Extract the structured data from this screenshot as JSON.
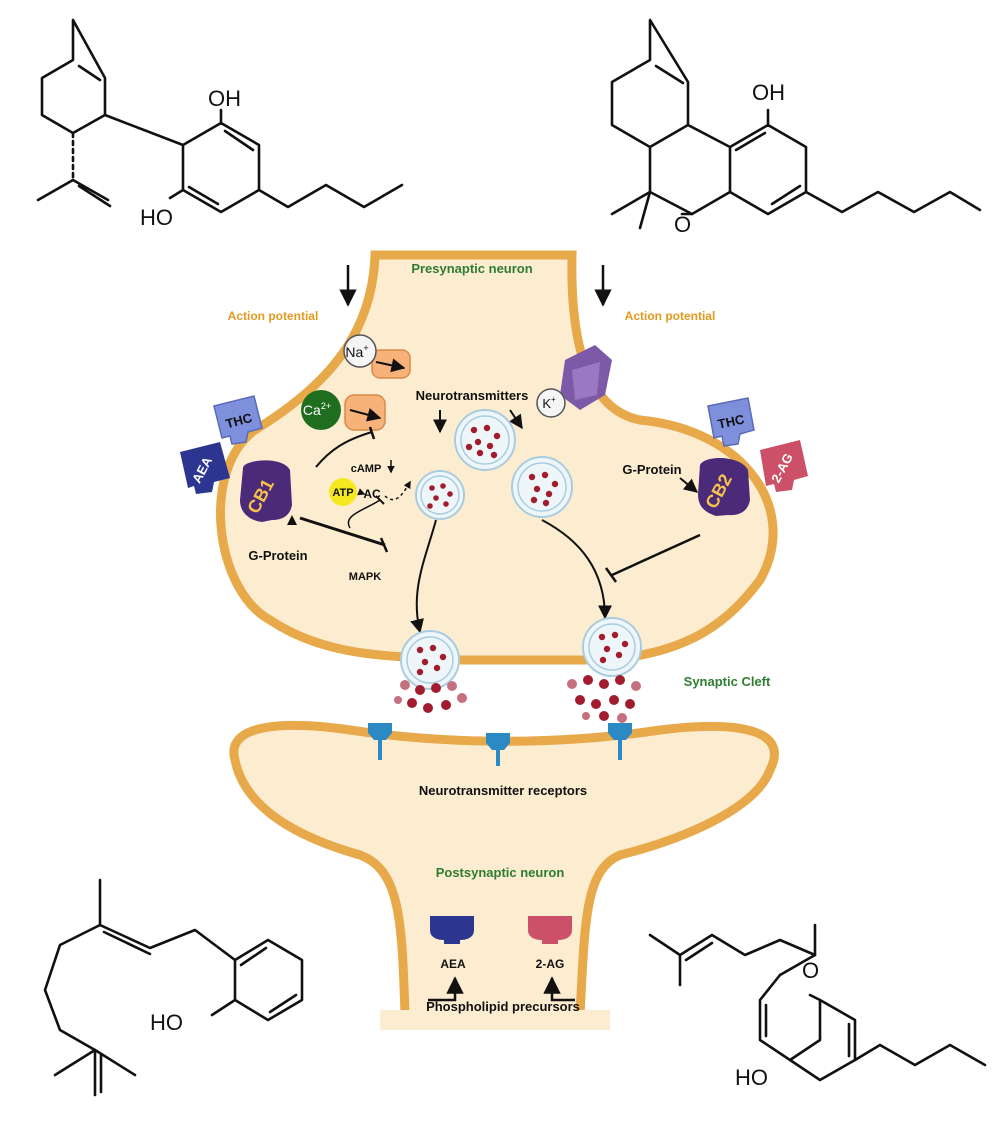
{
  "labels": {
    "presynaptic": "Presynaptic neuron",
    "action_potential_left": "Action potential",
    "action_potential_right": "Action potential",
    "na_base": "Na",
    "na_sup": "+",
    "ca_base": "Ca",
    "ca_sup": "2+",
    "k_base": "K",
    "k_sup": "+",
    "neurotransmitters": "Neurotransmitters",
    "thc_left": "THC",
    "aea_left": "AEA",
    "cb1": "CB1",
    "camp": "cAMP",
    "atp": "ATP",
    "ac": "AC",
    "mapk": "MAPK",
    "gprotein_left": "G-Protein",
    "thc_right": "THC",
    "two_ag_right": "2-AG",
    "gprotein_right": "G-Protein",
    "cb2": "CB2",
    "synaptic_cleft": "Synaptic Cleft",
    "nt_receptors": "Neurotransmitter receptors",
    "postsynaptic": "Postsynaptic neuron",
    "aea_bottom": "AEA",
    "two_ag_bottom": "2-AG",
    "phospholipid": "Phospholipid precursors"
  },
  "chem": {
    "oh_top_left_1": "OH",
    "ho_top_left_2": "HO",
    "oh_top_right": "OH",
    "o_top_right": "O",
    "ho_bottom_left": "HO",
    "o_bottom_right": "O",
    "ho_bottom_right": "HO"
  },
  "colors": {
    "membrane": "#e8a94a",
    "cytoplasm": "#fcecd0",
    "green_label": "#2e7d32",
    "orange_label": "#e39a1f",
    "thc": "#7e8fdc",
    "aea": "#2c3590",
    "cb": "#4b2a7a",
    "cb_text": "#f6c24a",
    "two_ag": "#cc5068",
    "receptor_blue": "#2b8ac4",
    "vesicle_dot": "#a11d2e",
    "channel_orange": "#f7b27a",
    "k_channel": "#7c5aa8",
    "ca_green": "#1f6e1f",
    "atp_yellow": "#f4e81f"
  }
}
